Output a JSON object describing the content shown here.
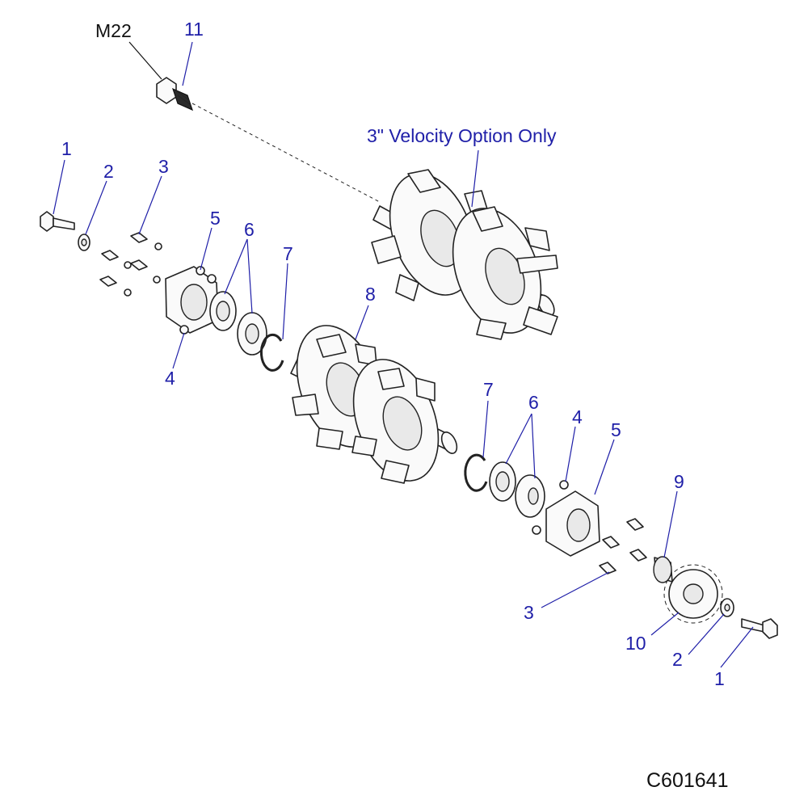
{
  "diagram": {
    "drawing_number": "C601641",
    "option_note": "3\" Velocity Option Only",
    "spec_label": "M22",
    "callouts": [
      {
        "id": "11",
        "text": "11"
      },
      {
        "id": "1a",
        "text": "1"
      },
      {
        "id": "2a",
        "text": "2"
      },
      {
        "id": "3a",
        "text": "3"
      },
      {
        "id": "5a",
        "text": "5"
      },
      {
        "id": "6a",
        "text": "6"
      },
      {
        "id": "7a",
        "text": "7"
      },
      {
        "id": "4a",
        "text": "4"
      },
      {
        "id": "8",
        "text": "8"
      },
      {
        "id": "7b",
        "text": "7"
      },
      {
        "id": "6b",
        "text": "6"
      },
      {
        "id": "4b",
        "text": "4"
      },
      {
        "id": "5b",
        "text": "5"
      },
      {
        "id": "9",
        "text": "9"
      },
      {
        "id": "3b",
        "text": "3"
      },
      {
        "id": "10",
        "text": "10"
      },
      {
        "id": "2b",
        "text": "2"
      },
      {
        "id": "1b",
        "text": "1"
      }
    ]
  }
}
